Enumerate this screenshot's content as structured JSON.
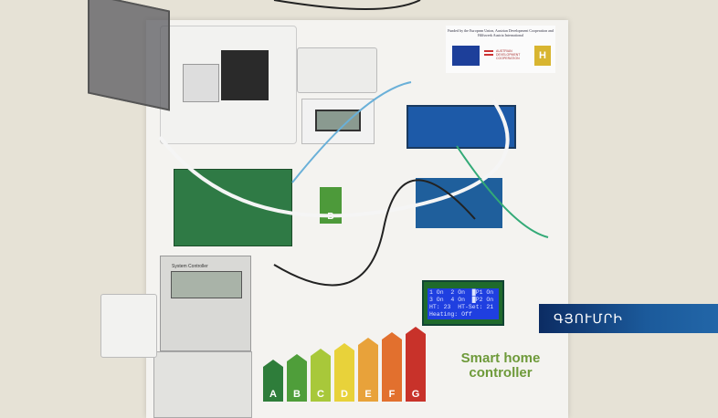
{
  "caption": {
    "location": "ԳՅՈՒՄՐԻ",
    "bar_color": "#1b5a9b"
  },
  "board": {
    "funded_text": "Funded by the European Union, Austrian Development Cooperation and Hilfswerk Austria International",
    "austrian_logo": "AUSTRIAN DEVELOPMENT COOPERATION",
    "hlogo": "H",
    "title_line1": "Smart home",
    "title_line2": "controller",
    "small_label": "B"
  },
  "lcd": {
    "lines": [
      "1 On  2 On  █P1 On",
      "3 On  4 On  █P2 On",
      "HT: 23  HT-Set: 21",
      "Heating: Off"
    ]
  },
  "energy_scale": [
    {
      "label": "A",
      "color": "#2e7d3a"
    },
    {
      "label": "B",
      "color": "#4f9e3a"
    },
    {
      "label": "C",
      "color": "#a8c83a"
    },
    {
      "label": "D",
      "color": "#e8d23a"
    },
    {
      "label": "E",
      "color": "#e8a23a"
    },
    {
      "label": "F",
      "color": "#e2702e"
    },
    {
      "label": "G",
      "color": "#c8322a"
    }
  ],
  "controller": {
    "label": "System Controller"
  }
}
